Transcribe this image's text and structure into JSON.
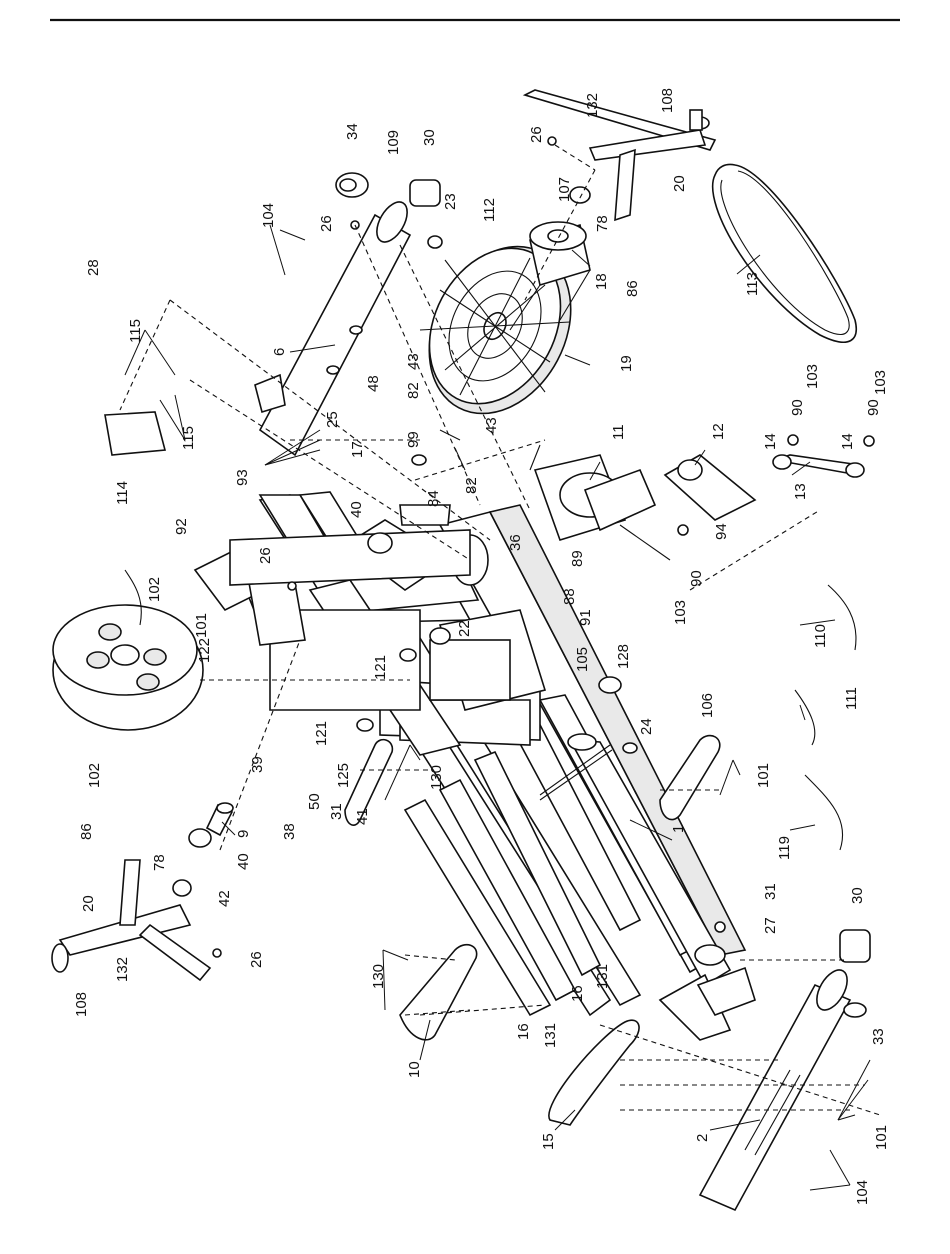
{
  "labels": [
    "1",
    "2",
    "6",
    "9",
    "10",
    "11",
    "12",
    "13",
    "14",
    "14",
    "15",
    "16",
    "16",
    "17",
    "18",
    "19",
    "20",
    "20",
    "22",
    "23",
    "24",
    "25",
    "26",
    "26",
    "26",
    "26",
    "27",
    "28",
    "30",
    "30",
    "31",
    "31",
    "33",
    "34",
    "36",
    "38",
    "39",
    "40",
    "40",
    "41",
    "42",
    "43",
    "43",
    "48",
    "50",
    "78",
    "78",
    "82",
    "82",
    "84",
    "86",
    "86",
    "88",
    "89",
    "90",
    "90",
    "90",
    "91",
    "92",
    "93",
    "94",
    "99",
    "101",
    "101",
    "101",
    "102",
    "102",
    "103",
    "103",
    "103",
    "104",
    "104",
    "105",
    "106",
    "107",
    "108",
    "108",
    "109",
    "110",
    "111",
    "112",
    "113",
    "114",
    "115",
    "115",
    "119",
    "121",
    "121",
    "122",
    "125",
    "128",
    "130",
    "130",
    "131",
    "131",
    "132",
    "132"
  ]
}
